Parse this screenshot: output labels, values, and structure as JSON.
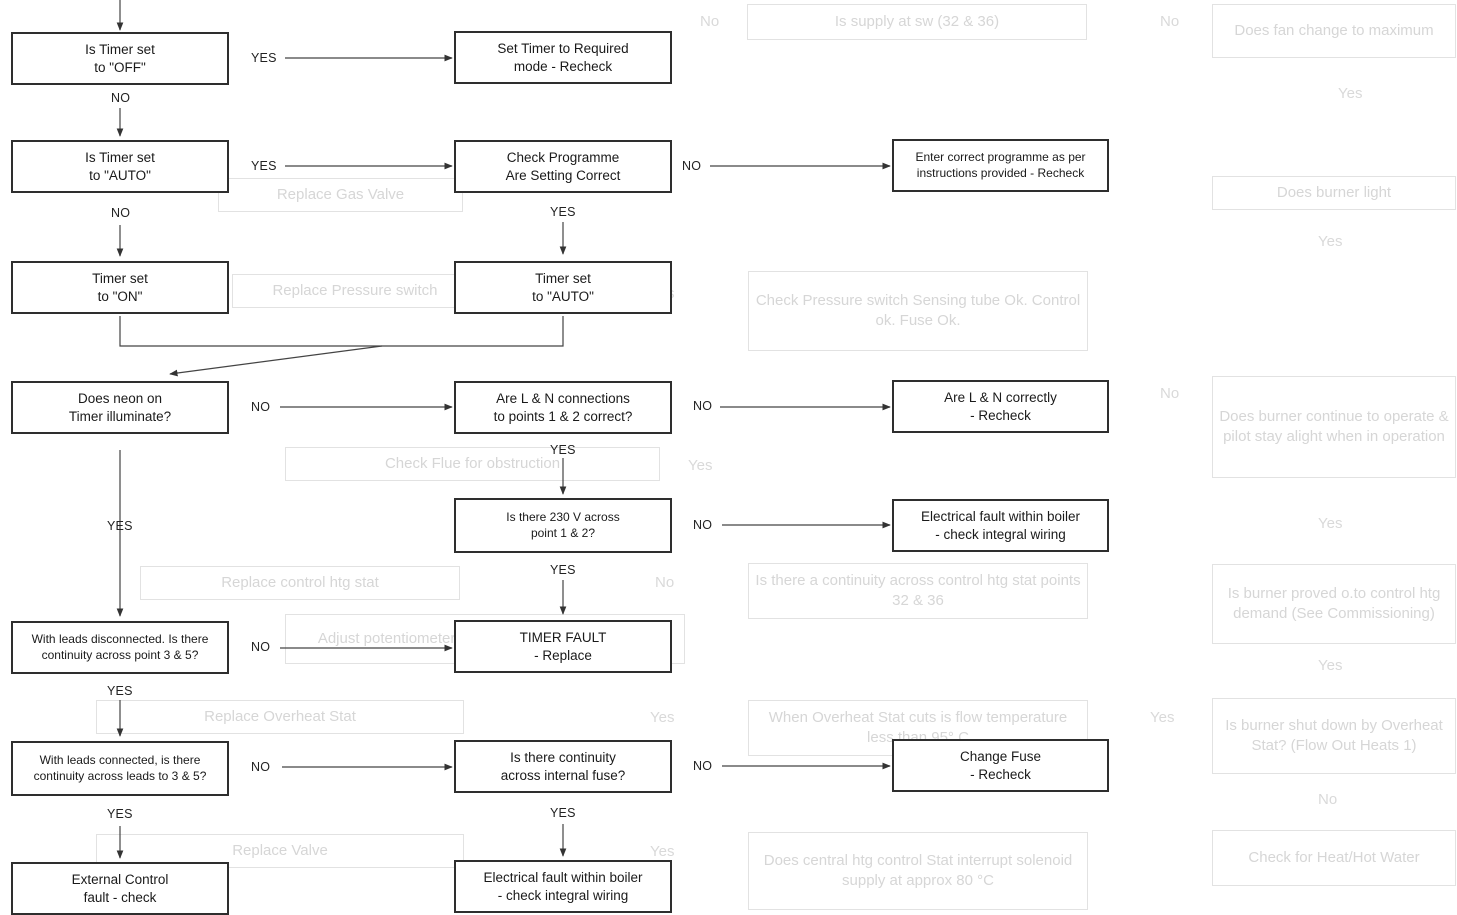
{
  "boxes": {
    "timer_off": "Is Timer set\nto \"OFF\"",
    "set_timer_required": "Set Timer to Required\nmode - Recheck",
    "timer_auto_q": "Is Timer set\nto \"AUTO\"",
    "check_programme": "Check Programme\nAre Setting Correct",
    "enter_programme": "Enter correct programme as per\ninstructions provided - Recheck",
    "timer_on": "Timer set\nto \"ON\"",
    "timer_set_auto": "Timer set\nto \"AUTO\"",
    "neon": "Does neon on\nTimer illuminate?",
    "ln_connections": "Are L & N connections\nto points 1 & 2 correct?",
    "ln_recheck": "Are L & N correctly\n- Recheck",
    "v230": "Is there 230 V across\npoint 1 & 2?",
    "elec_fault_1": "Electrical fault within boiler\n- check integral wiring",
    "leads_disconnected": "With leads disconnected. Is there\ncontinuity across point 3 & 5?",
    "timer_fault": "TIMER FAULT\n- Replace",
    "leads_connected": "With leads connected, is there\ncontinuity across leads to 3 & 5?",
    "internal_fuse": "Is there continuity\nacross internal fuse?",
    "change_fuse": "Change Fuse\n- Recheck",
    "external_control": "External Control\nfault - check",
    "elec_fault_2": "Electrical fault within boiler\n- check integral wiring"
  },
  "labels": {
    "yes": "YES",
    "no": "NO"
  },
  "background_faded": {
    "boxes": [
      "Is supply at sw (32 & 36)",
      "Does fan change to maximum",
      "Replace Gas Valve",
      "Does burner light",
      "Check Pressure switch\nSensing tube Ok.\nControl ok. Fuse Ok.",
      "Replace Pressure switch",
      "Does burner continue\nto operate & pilot\nstay alight when\nin operation",
      "Check Flue for obstruction",
      "Replace control htg stat",
      "Is there a continuity across\ncontrol htg stat points 32 & 36",
      "Is burner proved o.to\ncontrol htg demand\n(See Commissioning)",
      "Adjust potentiometer. Replace\nif modulation not ok",
      "Replace Overheat Stat",
      "When Overheat Stat cuts is flow\ntemperature less than 95° C",
      "Is burner shut down\nby Overheat Stat?\n(Flow Out Heats 1)",
      "Replace Valve",
      "Does central htg control\nStat interrupt solenoid supply\nat approx 80 °C",
      "Check for Heat/Hot\nWater"
    ],
    "words": [
      "No",
      "Yes"
    ]
  }
}
